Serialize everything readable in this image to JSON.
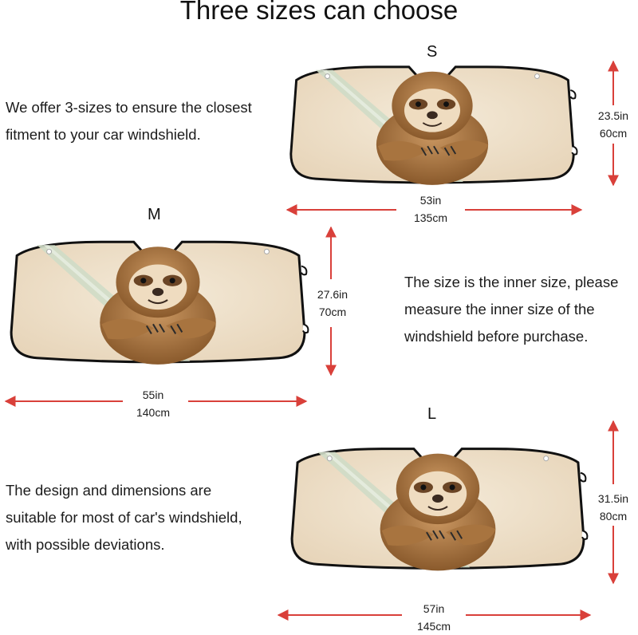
{
  "title": "Three sizes can choose",
  "texts": {
    "intro": [
      "We offer 3-sizes to ensure the closest",
      "fitment to your car windshield."
    ],
    "note": [
      "The size is the inner size, please",
      "measure the inner size of the",
      "windshield before purchase."
    ],
    "design": [
      "The design and dimensions are",
      "suitable for most of car's windshield,",
      "with possible deviations."
    ]
  },
  "sizes": [
    {
      "label": "S",
      "height_in": "23.5in",
      "height_cm": "60cm",
      "width_in": "53in",
      "width_cm": "135cm"
    },
    {
      "label": "M",
      "height_in": "27.6in",
      "height_cm": "70cm",
      "width_in": "55in",
      "width_cm": "140cm"
    },
    {
      "label": "L",
      "height_in": "31.5in",
      "height_cm": "80cm",
      "width_in": "57in",
      "width_cm": "145cm"
    }
  ],
  "colors": {
    "arrow": "#d9403a",
    "shade_bg": "#efe2cd",
    "fur": "#a8743f",
    "branch": "#cfdbc6",
    "border": "#111111"
  }
}
